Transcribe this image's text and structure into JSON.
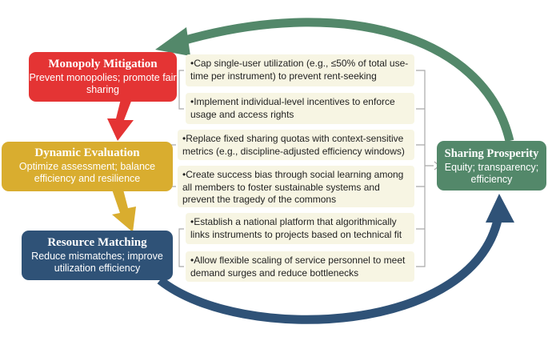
{
  "colors": {
    "monopoly": "#e43434",
    "dynamic": "#d9ad2f",
    "resource": "#2f5277",
    "sharing": "#53886a",
    "note_bg": "#f7f5e3",
    "bracket": "#a9a9a9"
  },
  "stages": {
    "monopoly": {
      "title": "Monopoly Mitigation",
      "subtitle": "Prevent monopolies; promote fair sharing"
    },
    "dynamic": {
      "title": "Dynamic Evaluation",
      "subtitle": "Optimize assessment; balance efficiency and resilience"
    },
    "resource": {
      "title": "Resource Matching",
      "subtitle": "Reduce mismatches; improve utilization efficiency"
    },
    "sharing": {
      "title": "Sharing Prosperity",
      "subtitle": "Equity; transparency; efficiency"
    }
  },
  "notes": {
    "monopoly": [
      "•Cap single-user utilization (e.g., ≤50% of total use-time per instrument) to prevent rent-seeking",
      "•Implement individual-level incentives to enforce usage and access rights"
    ],
    "dynamic": [
      "•Replace fixed sharing quotas with context-sensitive metrics (e.g., discipline-adjusted efficiency windows)",
      "•Create success bias through social learning among all members to foster sustainable systems and prevent the tragedy of the commons"
    ],
    "resource": [
      "•Establish a national platform that algorithmically links instruments to projects based on technical fit",
      "•Allow flexible scaling of service personnel to meet demand surges and reduce bottlenecks"
    ]
  }
}
